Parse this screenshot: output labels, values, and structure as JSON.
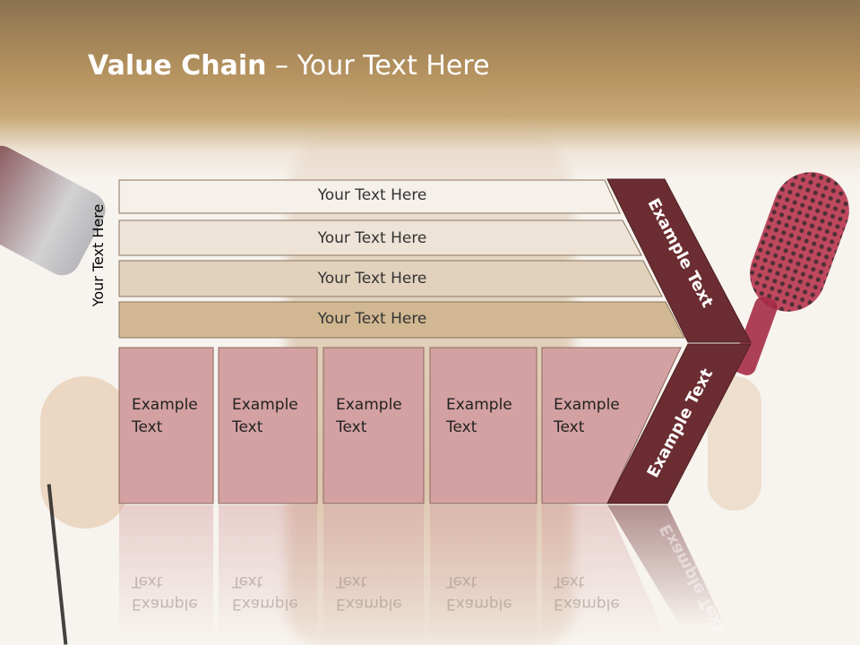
{
  "slide": {
    "title_bold": "Value Chain",
    "title_rest": " – Your Text Here",
    "side_label": "Your Text Here"
  },
  "rows": [
    {
      "label": "Your Text Here",
      "color": "#f5f0ea"
    },
    {
      "label": "Your Text Here",
      "color": "#ede3d7"
    },
    {
      "label": "Your Text Here",
      "color": "#e2d2bd"
    },
    {
      "label": "Your Text Here",
      "color": "#d2b892"
    }
  ],
  "boxes": [
    {
      "line1": "Example",
      "line2": "Text"
    },
    {
      "line1": "Example",
      "line2": "Text"
    },
    {
      "line1": "Example",
      "line2": "Text"
    },
    {
      "line1": "Example",
      "line2": "Text"
    },
    {
      "line1": "Example",
      "line2": "Text"
    }
  ],
  "arrow": {
    "upper_label": "Example Text",
    "lower_label": "Example Text",
    "color": "#6b2d31"
  },
  "colors": {
    "box_fill": "#d4a1a3",
    "box_stroke": "#8a6a5a"
  }
}
